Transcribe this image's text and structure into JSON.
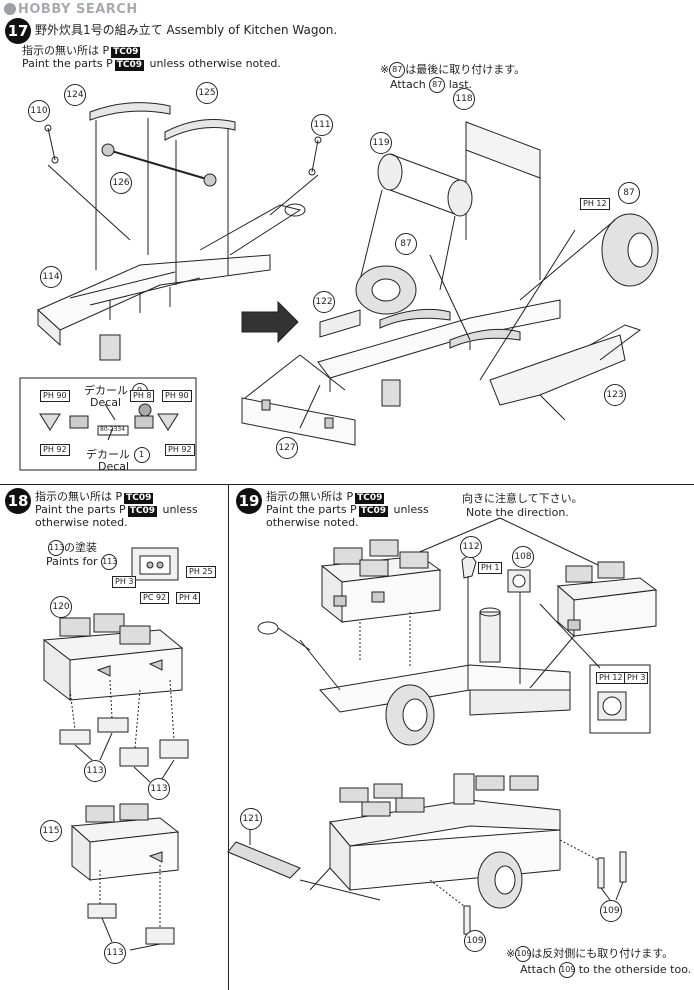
{
  "watermark": "HOBBY SEARCH",
  "step17": {
    "number": "17",
    "title": "野外炊具1号の組み立て Assembly of Kitchen Wagon.",
    "note_jp_prefix": "指示の無い所は",
    "note_en_prefix": "Paint the parts",
    "note_en_suffix": "unless otherwise noted.",
    "paint_code": "TC09",
    "paint_symbol": "P",
    "attach_note_jp": "は最後に取り付けます。",
    "attach_note_en_prefix": "Attach",
    "attach_note_en_suffix": "last.",
    "attach_part": "87",
    "decal_label_jp": "デカール",
    "decal_label_en": "Decal",
    "decal_num_9": "9",
    "decal_num_1": "1",
    "plate_text": "80-2334",
    "paint_labels": [
      "PH 90",
      "PH 8",
      "PH 90",
      "PH 92",
      "PH 92",
      "PH 12"
    ],
    "parts": [
      "110",
      "124",
      "125",
      "111",
      "126",
      "114",
      "118",
      "119",
      "87",
      "87",
      "122",
      "123",
      "127"
    ]
  },
  "step18": {
    "number": "18",
    "note_jp": "指示の無い所は",
    "paint_code": "TC09",
    "note_en_prefix": "Paint the parts",
    "note_en_suffix": "unless",
    "note_en_line2": "otherwise noted.",
    "paint_for_jp": "の塗装",
    "paint_for_en": "Paints for",
    "paint_for_part": "113",
    "paint_labels": [
      "PH 3",
      "PH 25",
      "PC 92",
      "PH 4"
    ],
    "parts": [
      "120",
      "113",
      "113",
      "115",
      "113"
    ]
  },
  "step19": {
    "number": "19",
    "note_jp": "指示の無い所は",
    "paint_code": "TC09",
    "note_en_prefix": "Paint the parts",
    "note_en_suffix": "unless",
    "note_en_line2": "otherwise noted.",
    "direction_jp": "向きに注意して下さい。",
    "direction_en": "Note the direction.",
    "paint_labels": [
      "PH 1",
      "PH 12",
      "PH 3"
    ],
    "parts": [
      "112",
      "108",
      "121",
      "109",
      "109"
    ],
    "other_side_jp": "は反対側にも取り付けます。",
    "other_side_en_prefix": "Attach",
    "other_side_en_suffix": "to the otherside too.",
    "other_side_part": "109"
  }
}
